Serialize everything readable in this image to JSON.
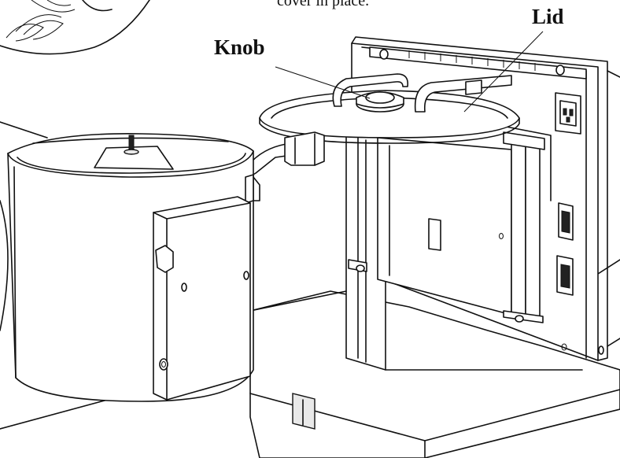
{
  "figure": {
    "caption_fragment": "cover in place.",
    "labels": {
      "knob": "Knob",
      "lid": "Lid"
    }
  },
  "colors": {
    "ink": "#111111",
    "paper": "#ffffff",
    "shade": "#e9e9e9"
  }
}
